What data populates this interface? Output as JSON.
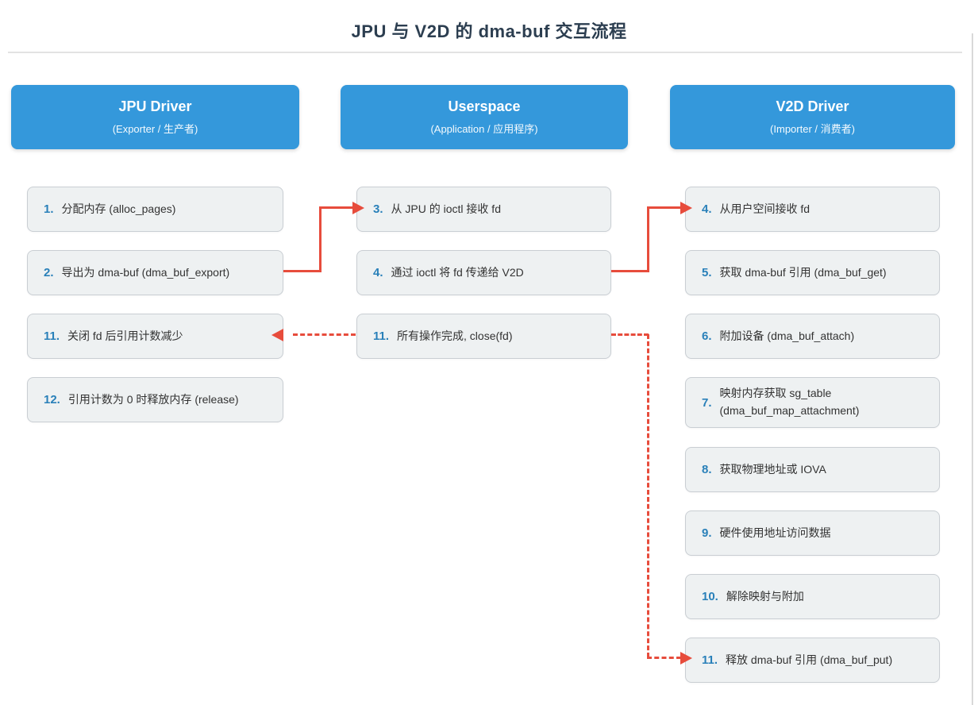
{
  "page": {
    "title": "JPU 与 V2D 的 dma-buf 交互流程"
  },
  "columns": [
    {
      "title": "JPU Driver",
      "subtitle": "(Exporter / 生产者)",
      "steps": [
        {
          "num": "1.",
          "text": "分配内存 (alloc_pages)"
        },
        {
          "num": "2.",
          "text": "导出为 dma-buf (dma_buf_export)"
        },
        {
          "num": "11.",
          "text": "关闭 fd 后引用计数减少"
        },
        {
          "num": "12.",
          "text": "引用计数为 0 时释放内存 (release)"
        }
      ]
    },
    {
      "title": "Userspace",
      "subtitle": "(Application / 应用程序)",
      "steps": [
        {
          "num": "3.",
          "text": "从 JPU 的 ioctl 接收 fd"
        },
        {
          "num": "4.",
          "text": "通过 ioctl 将 fd 传递给 V2D"
        },
        {
          "num": "11.",
          "text": "所有操作完成, close(fd)"
        }
      ]
    },
    {
      "title": "V2D Driver",
      "subtitle": "(Importer / 消费者)",
      "steps": [
        {
          "num": "4.",
          "text": "从用户空间接收 fd"
        },
        {
          "num": "5.",
          "text": "获取 dma-buf 引用 (dma_buf_get)"
        },
        {
          "num": "6.",
          "text": "附加设备 (dma_buf_attach)"
        },
        {
          "num": "7.",
          "text": "映射内存获取 sg_table (dma_buf_map_attachment)"
        },
        {
          "num": "8.",
          "text": "获取物理地址或 IOVA"
        },
        {
          "num": "9.",
          "text": "硬件使用地址访问数据"
        },
        {
          "num": "10.",
          "text": "解除映射与附加"
        },
        {
          "num": "11.",
          "text": "释放 dma-buf 引用 (dma_buf_put)"
        }
      ]
    }
  ],
  "arrows": [
    {
      "name": "jpu-step2-to-userspace-step3",
      "style": "solid"
    },
    {
      "name": "userspace-step4-to-v2d-step4",
      "style": "solid"
    },
    {
      "name": "userspace-step11-to-jpu-step11",
      "style": "dashed"
    },
    {
      "name": "userspace-step11-to-v2d-step11",
      "style": "dashed"
    }
  ],
  "colors": {
    "header_bg": "#3498db",
    "arrow": "#e74c3c",
    "step_number": "#2980b9",
    "box_bg": "#eef1f2",
    "box_border": "#c9ced3",
    "title_text": "#2c3e50"
  }
}
